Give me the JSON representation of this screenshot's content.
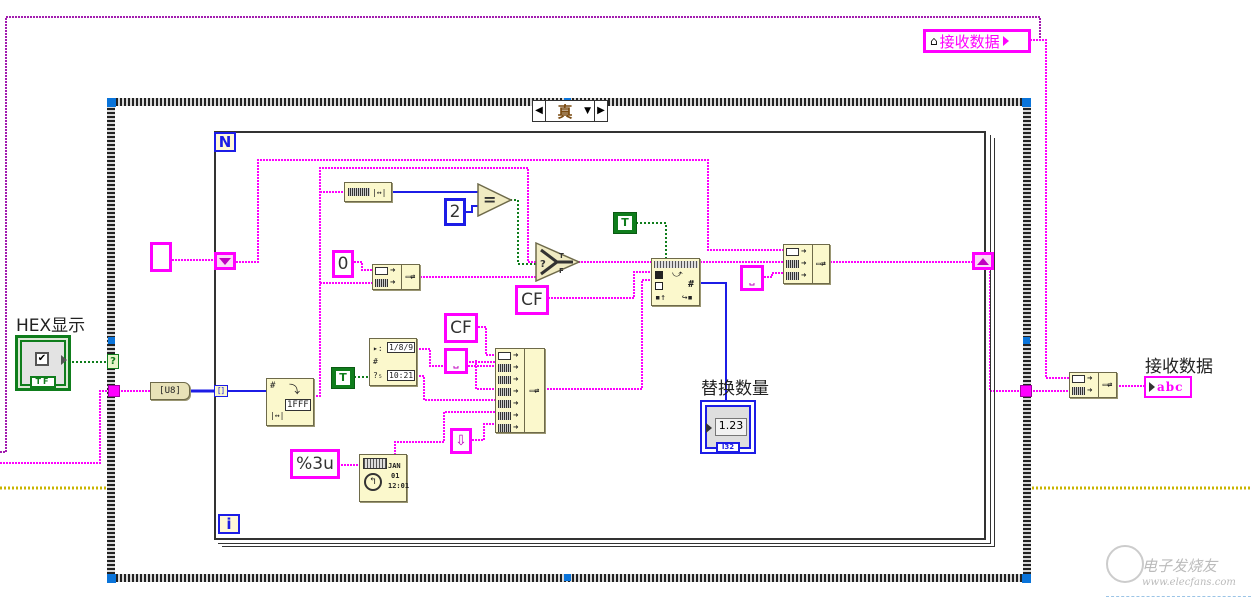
{
  "diagram": {
    "type": "LabVIEW block diagram",
    "case_structure": {
      "selector_label": "真",
      "left_arrow": "◀",
      "right_arrow": "▶",
      "dropdown": "▼"
    },
    "for_loop": {
      "count_terminal": "N",
      "iteration_terminal": "i"
    },
    "controls": {
      "hex_display": {
        "label": "HEX显示",
        "type_tag": "TF",
        "icon": "checkbox-icon"
      },
      "receive_data_indicator": {
        "label": "接收数据",
        "display": "abc"
      },
      "replace_count_indicator": {
        "label": "替换数量",
        "value": "1.23",
        "type_tag": "I32"
      },
      "receive_data_local_variable": {
        "label": "接收数据",
        "icon": "home-icon"
      }
    },
    "constants": {
      "num_2": "2",
      "num_0": "0",
      "cf_a": "CF",
      "cf_b": "CF",
      "format_string": "%3u",
      "bool_true_1": "T",
      "bool_true_2": "T",
      "bool_true_3": "T",
      "space_symbol": "⎵",
      "down_arrow_symbol": "⇩",
      "empty_string": ""
    },
    "nodes": {
      "type_cast": "[U8]",
      "string_length": "|↔|",
      "equal": "=",
      "select": "?",
      "select_t": "T",
      "select_f": "F",
      "number_to_hex": "1FFF",
      "format_date_time": {
        "line1": "JAN",
        "line2": "01",
        "line3": "12:01"
      },
      "date_time_fmt": {
        "line1": "1/8/9",
        "line2": "10:21"
      },
      "concatenate_output": "▭⇄",
      "search_replace": "#",
      "case_selector_terminal": "?",
      "index_tunnel": "[]"
    },
    "colors": {
      "string_wire": "#ff00ff",
      "numeric_wire": "#1c1ce6",
      "boolean_wire": "#0f7d1c",
      "error_wire": "#c8b400",
      "node_fill": "#fbf8cc",
      "case_frame_corner": "#0a74da"
    },
    "watermark": {
      "line1": "电子发烧友",
      "line2": "www.elecfans.com"
    }
  }
}
